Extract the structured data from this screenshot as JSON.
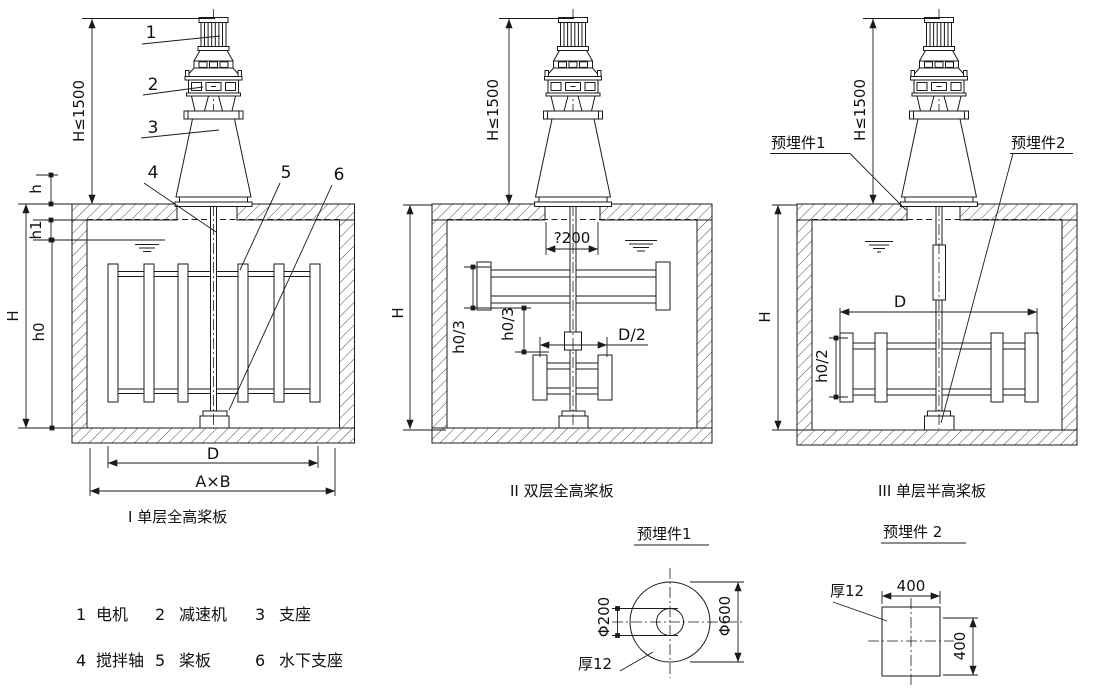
{
  "diagram1": {
    "caption": "I 单层全高桨板",
    "dim_h_max": "H≤1500",
    "dim_h": "h",
    "dim_h1": "h1",
    "dim_H": "H",
    "dim_h0": "h0",
    "dim_D": "D",
    "dim_AxB": "A×B",
    "part_1": "1",
    "part_2": "2",
    "part_3": "3",
    "part_4": "4",
    "part_5": "5",
    "part_6": "6"
  },
  "diagram2": {
    "caption": "II 双层全高桨板",
    "dim_h_max": "H≤1500",
    "dim_hole": "?200",
    "dim_H": "H",
    "dim_h0_3_upper": "h0/3",
    "dim_h0_3_lower": "h0/3",
    "dim_half_d": "D/2"
  },
  "diagram3": {
    "caption": "III 单层半高桨板",
    "dim_h_max": "H≤1500",
    "dim_H": "H",
    "dim_D": "D",
    "dim_h0_2": "h0/2",
    "embed1_label": "预埋件1",
    "embed2_label": "预埋件2"
  },
  "legend": {
    "items": [
      {
        "num": "1",
        "name": "电机"
      },
      {
        "num": "2",
        "name": "减速机"
      },
      {
        "num": "3",
        "name": "支座"
      },
      {
        "num": "4",
        "name": "搅拌轴"
      },
      {
        "num": "5",
        "name": "桨板"
      },
      {
        "num": "6",
        "name": "水下支座"
      }
    ]
  },
  "detail1": {
    "title": "预埋件1",
    "dim_inner": "Φ200",
    "dim_outer": "Φ600",
    "thickness": "厚12"
  },
  "detail2": {
    "title": "预埋件 2",
    "dim_width": "400",
    "dim_height": "400",
    "thickness": "厚12"
  }
}
